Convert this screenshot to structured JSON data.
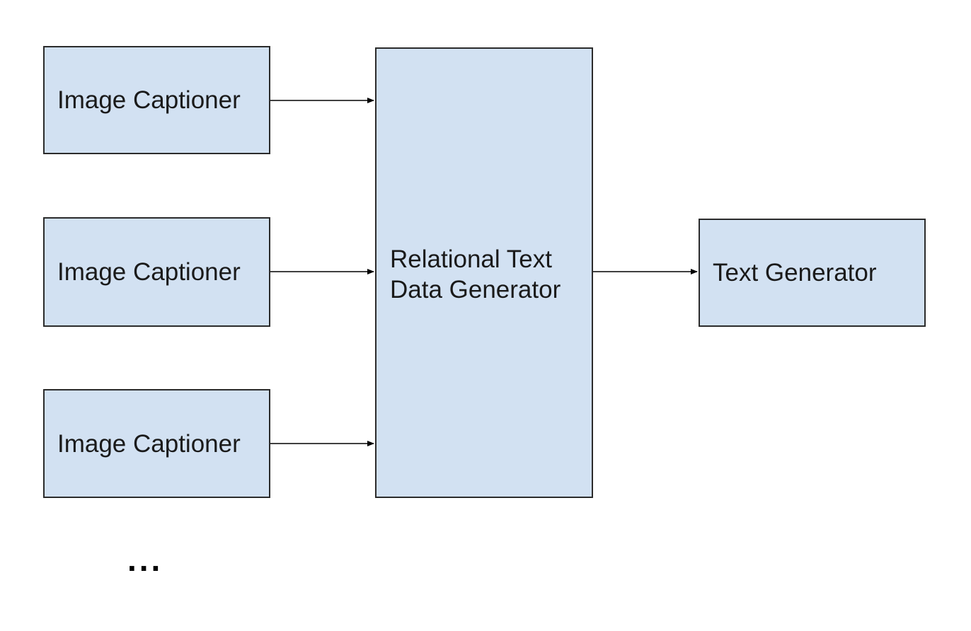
{
  "diagram": {
    "captioners": [
      {
        "label": "Image Captioner"
      },
      {
        "label": "Image Captioner"
      },
      {
        "label": "Image Captioner"
      }
    ],
    "relational_generator": {
      "label": "Relational Text\nData Generator"
    },
    "text_generator": {
      "label": "Text Generator"
    },
    "continuation": "..."
  },
  "colors": {
    "box_fill": "#d2e1f2",
    "box_border": "#2b2b2b",
    "arrow": "#000000"
  }
}
